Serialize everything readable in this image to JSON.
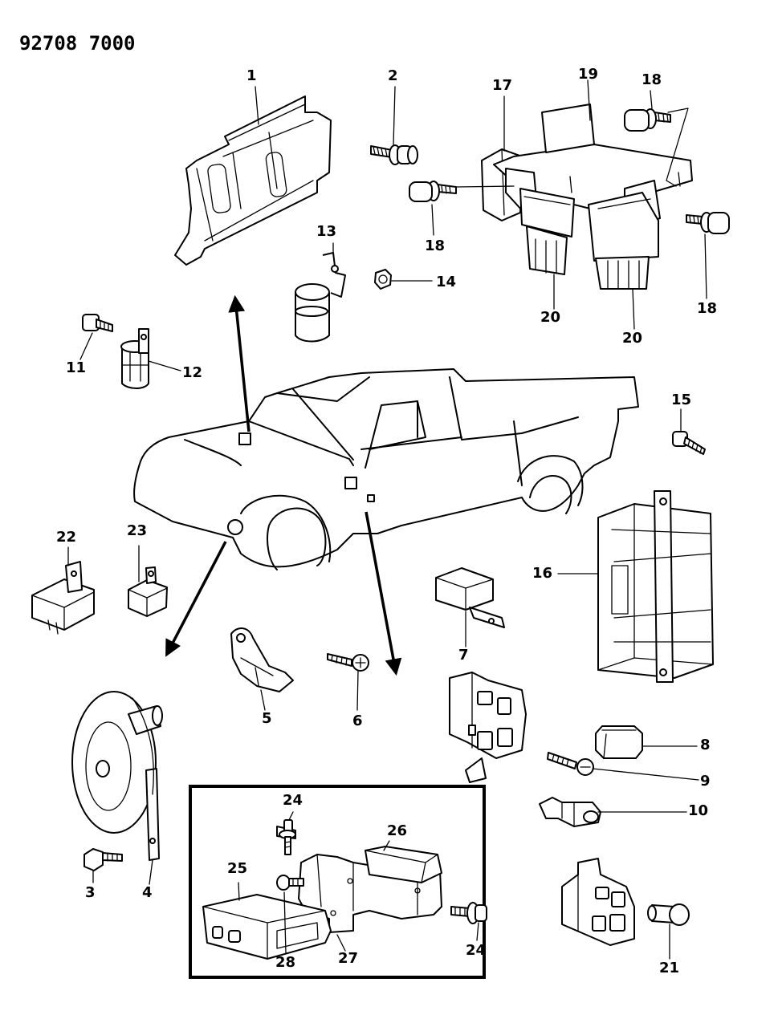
{
  "diagram": {
    "catalog_code": "92708 7000",
    "callouts": [
      "1",
      "2",
      "3",
      "4",
      "5",
      "6",
      "7",
      "8",
      "9",
      "10",
      "11",
      "12",
      "13",
      "14",
      "15",
      "16",
      "17",
      "18",
      "18",
      "18",
      "19",
      "20",
      "20",
      "21",
      "22",
      "23",
      "24",
      "24",
      "25",
      "26",
      "27",
      "28"
    ],
    "icons": [
      "truck-outline-icon",
      "ecu-bracket-icon",
      "bolt-icon",
      "relay-icon",
      "horn-icon",
      "clip-icon",
      "screw-icon",
      "control-module-icon",
      "switch-icon",
      "nut-icon"
    ]
  }
}
